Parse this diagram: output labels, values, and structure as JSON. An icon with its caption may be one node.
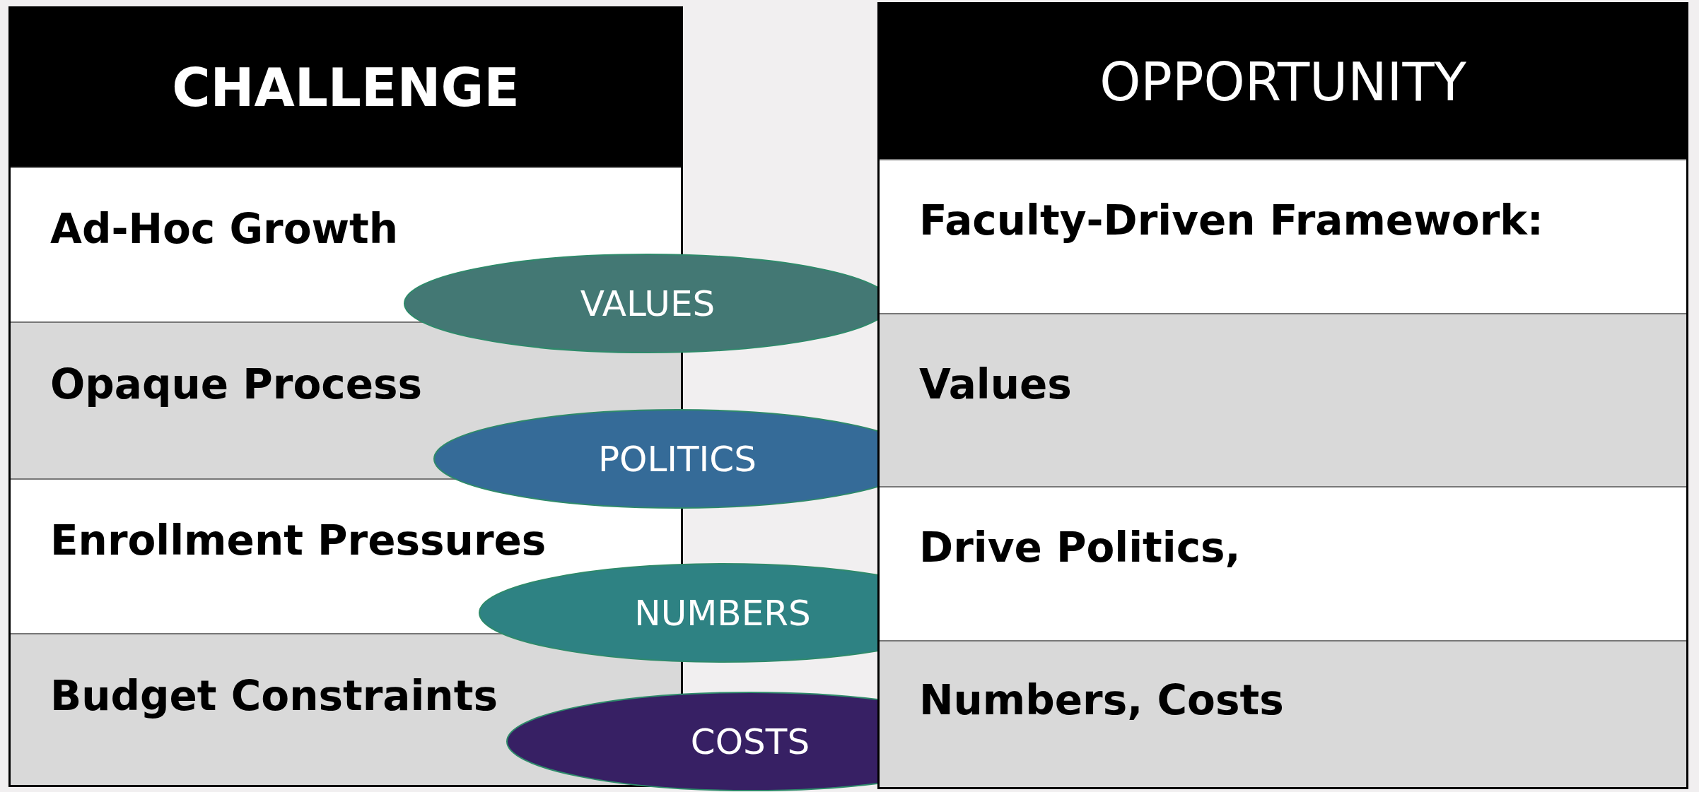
{
  "diagram": {
    "nodes": [
      {
        "text": [
          "CHALLENGE"
        ]
      },
      {
        "text": [
          "Ad-Hoc Growth"
        ],
        "in": 0
      },
      {
        "text": [
          "Opaque Process"
        ],
        "in": 0
      },
      {
        "text": [
          "Enrollment Pressures"
        ],
        "in": 0
      },
      {
        "text": [
          "Budget Constraints"
        ],
        "in": 0
      },
      {
        "text": [
          "VALUES"
        ]
      },
      {
        "text": [
          "POLITICS"
        ]
      },
      {
        "text": [
          "NUMBERS"
        ]
      },
      {
        "text": [
          "COSTS"
        ]
      },
      {
        "text": [
          "OPPORTUNITY"
        ]
      },
      {
        "text": [
          "Faculty-Driven Framework:"
        ],
        "in": 9
      },
      {
        "text": [
          "Values"
        ],
        "in": 9
      },
      {
        "text": [
          "Drive Politics,"
        ],
        "in": 9
      },
      {
        "text": [
          "Numbers, Costs"
        ],
        "in": 9
      }
    ],
    "edges": []
  }
}
